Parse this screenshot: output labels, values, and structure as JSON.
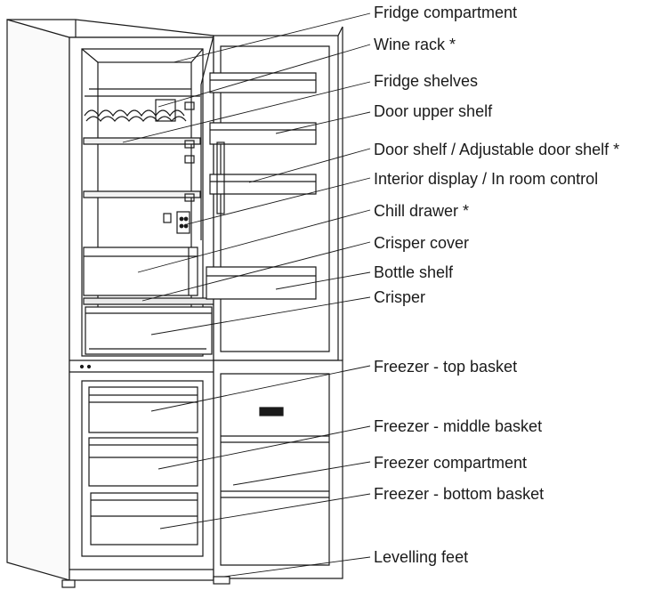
{
  "labels": {
    "fridge_compartment": "Fridge compartment",
    "wine_rack": "Wine rack *",
    "fridge_shelves": "Fridge shelves",
    "door_upper_shelf": "Door upper shelf",
    "door_shelf": "Door shelf / Adjustable door shelf *",
    "interior_display": "Interior display / In room control",
    "chill_drawer": "Chill drawer *",
    "crisper_cover": "Crisper cover",
    "bottle_shelf": "Bottle shelf",
    "crisper": "Crisper",
    "freezer_top_basket": "Freezer - top basket",
    "freezer_middle_basket": "Freezer - middle basket",
    "freezer_compartment": "Freezer compartment",
    "freezer_bottom_basket": "Freezer - bottom basket",
    "levelling_feet": "Levelling feet"
  },
  "colors": {
    "line": "#1a1a1a",
    "panel_fill": "#ffffff",
    "shade": "#e6e6e6"
  }
}
